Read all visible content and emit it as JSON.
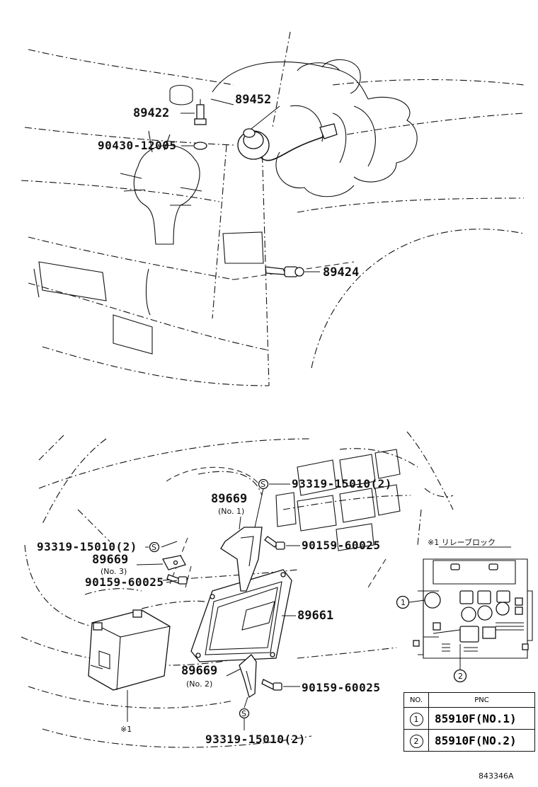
{
  "upper": {
    "labels": {
      "p89452": "89452",
      "p89422": "89422",
      "p90430": "90430-12005",
      "p89424": "89424"
    }
  },
  "lower": {
    "labels": {
      "p93319_top": "93319-15010(2)",
      "p89669_no1": "89669",
      "p89669_no1_sub": "(No. 1)",
      "p90159_a": "90159-60025",
      "p93319_left": "93319-15010(2)",
      "p89669_no3": "89669",
      "p89669_no3_sub": "(No. 3)",
      "p90159_b": "90159-60025",
      "p89661": "89661",
      "p89669_no2": "89669",
      "p89669_no2_sub": "(No. 2)",
      "p90159_c": "90159-60025",
      "p93319_bottom": "93319-15010(2)",
      "mark": "※1",
      "s_symbol": "S"
    },
    "relay_block": {
      "title": "※1 リレーブロック",
      "callout_1": "1",
      "callout_2": "2"
    }
  },
  "pnc_table": {
    "header_no": "NO.",
    "header_pnc": "PNC",
    "rows": [
      {
        "no": "1",
        "pnc": "85910F(NO.1)"
      },
      {
        "no": "2",
        "pnc": "85910F(NO.2)"
      }
    ]
  },
  "catalog_code": "843346A"
}
